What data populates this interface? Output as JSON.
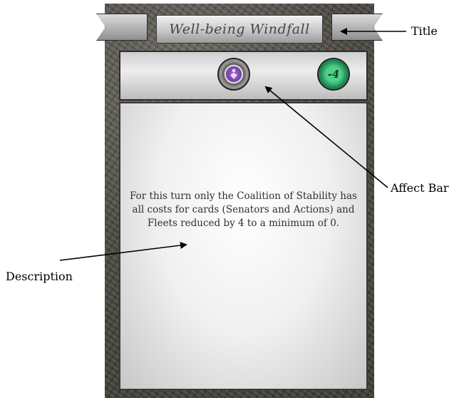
{
  "card": {
    "title": "Well-being Windfall",
    "cost": "-4",
    "description": "For this turn only the Coalition of Stability has all costs for cards (Senators and Actions) and Fleets reduced by 4 to a minimum of 0.",
    "affect_icon": "purple-faction-medal-icon",
    "cost_icon": "green-cost-medal-icon"
  },
  "annotations": {
    "title": "Title",
    "affect_bar": "Affect Bar",
    "description": "Description"
  }
}
